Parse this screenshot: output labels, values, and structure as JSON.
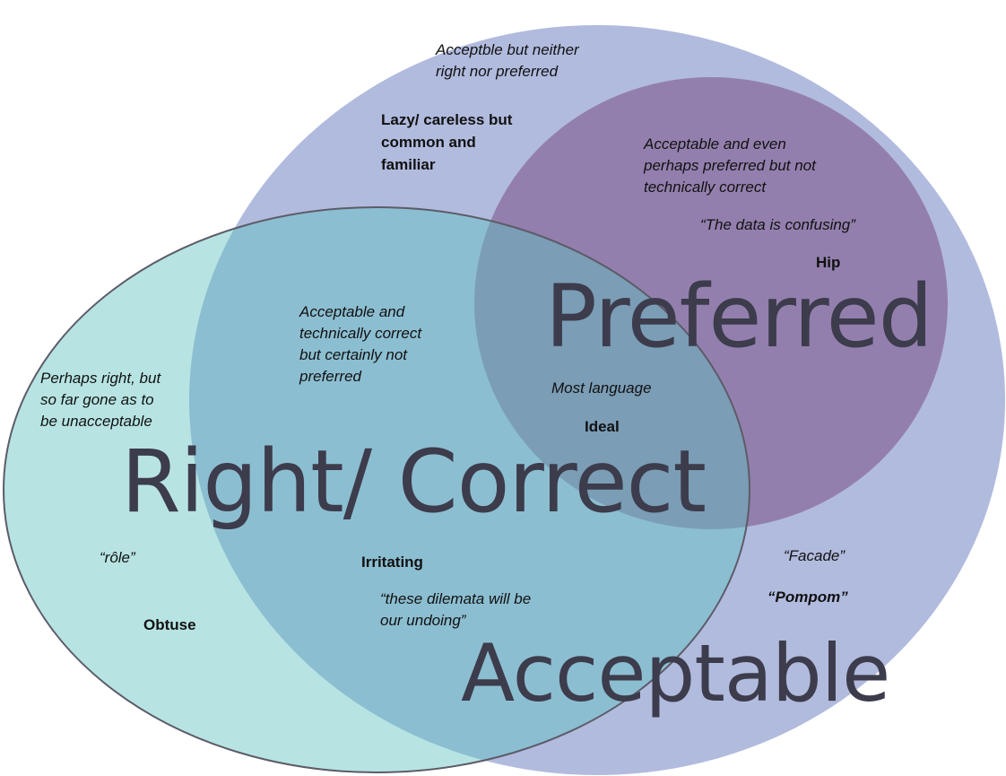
{
  "colors": {
    "acceptable_fill": "#b1bbde",
    "preferred_fill": "#8a6e9f",
    "right_fill": "#5fc3c0",
    "big_label": "#3c3c4c",
    "text": "#111111"
  },
  "sets": {
    "acceptable": "Acceptable",
    "preferred": "Preferred",
    "right": "Right/ Correct"
  },
  "regions": {
    "acceptable_only_desc": [
      "Acceptble but neither",
      "right nor preferred"
    ],
    "lazy": [
      "Lazy/ careless but",
      "common and",
      "familiar"
    ],
    "preferred_desc": [
      "Acceptable and even",
      "perhaps preferred but not",
      "technically correct"
    ],
    "data_quote": "“The data is confusing”",
    "hip": "Hip",
    "correct_not_preferred": [
      "Acceptable and",
      "technically correct",
      "but certainly not",
      "preferred"
    ],
    "right_only_desc": [
      "Perhaps right, but",
      "so far gone as to",
      "be unacceptable"
    ],
    "most_language": "Most language",
    "ideal": "Ideal",
    "role": "“rôle”",
    "obtuse": "Obtuse",
    "irritating": "Irritating",
    "dilemata": [
      "“these dilemata will be",
      "our undoing”"
    ],
    "facade": "“Facade”",
    "pompom": "“Pompom”"
  }
}
